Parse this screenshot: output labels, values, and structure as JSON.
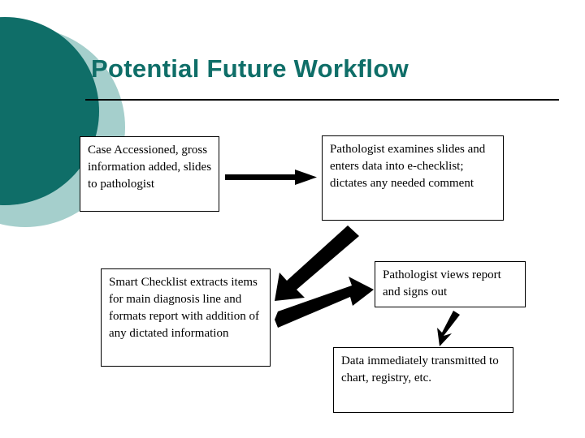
{
  "slide": {
    "title": "Potential Future Workflow",
    "background_color": "#ffffff",
    "accent_color": "#0f6e68",
    "accent_light_color": "#a5cfcc",
    "rule_color": "#000000"
  },
  "boxes": [
    {
      "id": "accession",
      "text": "Case Accessioned, gross information added, slides to pathologist"
    },
    {
      "id": "examine",
      "text": "Pathologist examines slides and enters data into e-checklist; dictates any needed comment"
    },
    {
      "id": "checklist",
      "text": "Smart Checklist extracts items for main diagnosis line and formats report with addition of any dictated information"
    },
    {
      "id": "views",
      "text": "Pathologist views report and signs out"
    },
    {
      "id": "transmit",
      "text": "Data immediately transmitted to chart, registry, etc."
    }
  ],
  "arrows": [
    {
      "id": "accession-to-examine",
      "direction": "right",
      "color": "#000000"
    },
    {
      "id": "examine-to-checklist",
      "direction": "down-left",
      "color": "#000000"
    },
    {
      "id": "checklist-to-views",
      "direction": "up-right",
      "color": "#000000"
    },
    {
      "id": "views-to-transmit",
      "direction": "down",
      "color": "#000000"
    }
  ]
}
